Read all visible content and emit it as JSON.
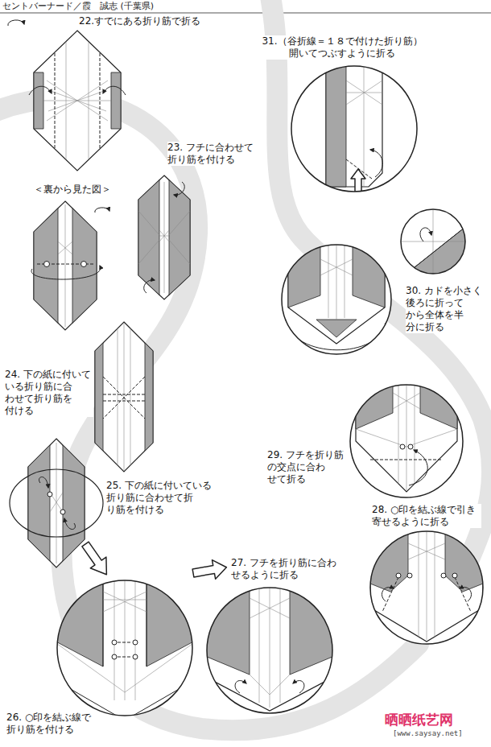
{
  "diagram": {
    "title": "セントバーナード／霞　誠志 (千葉県)",
    "labels": [
      "22.すでにある折り筋で折る",
      "23. フチに合わせて 折り筋を付ける",
      "＜裏から見た図＞",
      "24. 下の紙に付いて いる折り筋に合 わせて折り筋を 付ける",
      "25. 下の紙に付いている 折り筋に合わせて折 り筋を付ける",
      "26. ○印を結ぶ線で 折り筋を付ける",
      "27. フチを折り筋に合わ せるように折る",
      "28. ○印を結ぶ線で引き 寄せるように折る",
      "29. フチを折り筋 の交点に合わ せて折る",
      "30. カドを小さく 後ろに折って から全体を半 分に折る",
      "31.（谷折線＝１８で付けた折り筋） 開いてつぶすように折る",
      "晒晒纸艺网",
      "[www.saysay.net]"
    ]
  }
}
